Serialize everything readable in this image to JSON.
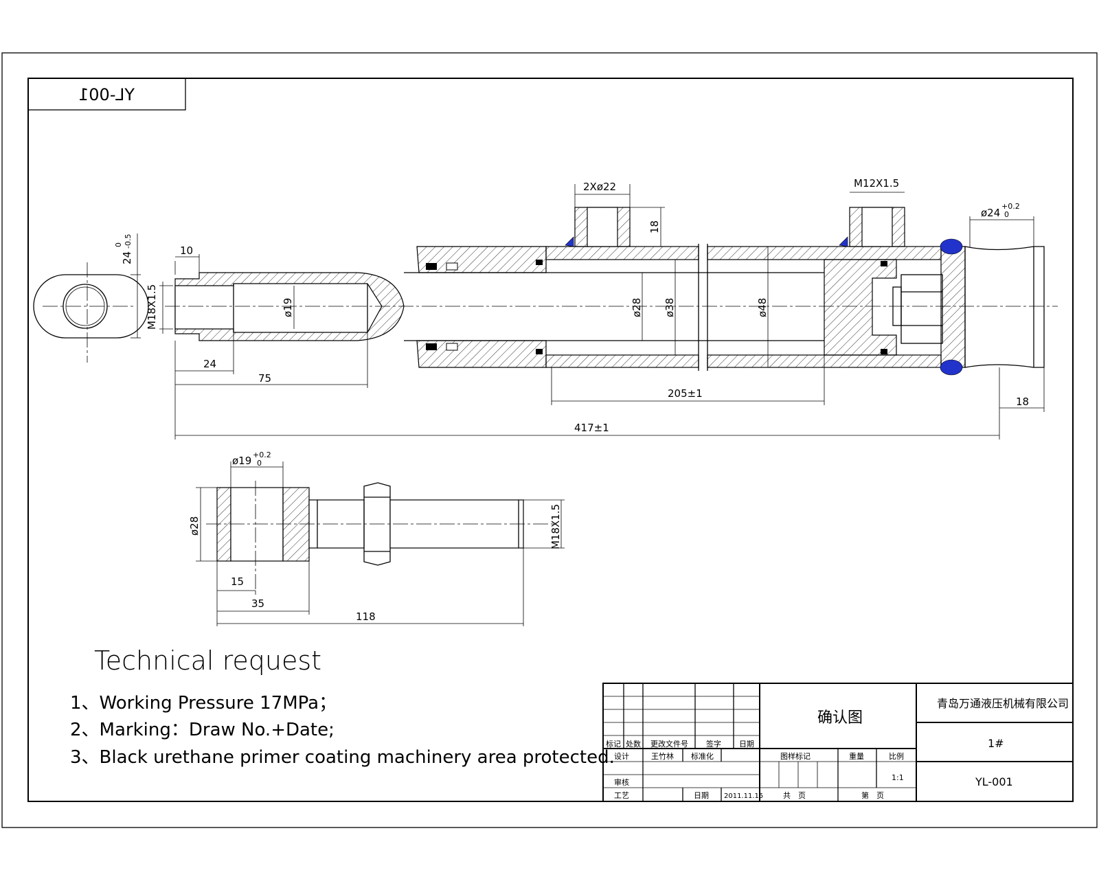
{
  "drawing": {
    "mirrored_code": "YL-001",
    "dimensions": {
      "eye_width": "24",
      "eye_width_tol_upper": "0",
      "eye_width_tol_lower": "-0.5",
      "rod_thread": "M18X1.5",
      "rod_end_len": "10",
      "bore_19": "ø19",
      "thread_len": "24",
      "rod_depth": "75",
      "port_pair": "2Xø22",
      "port_height": "18",
      "port_thread": "M12X1.5",
      "rod_dia": "ø28",
      "piston_dia": "ø38",
      "tube_dia": "ø48",
      "stroke": "205±1",
      "pin_bore": "ø24",
      "pin_bore_tol_upper": "+0.2",
      "pin_bore_tol_lower": "0",
      "end_len": "18",
      "total_len": "417±1"
    },
    "detail": {
      "bore": "ø19",
      "bore_tol_upper": "+0.2",
      "bore_tol_lower": "0",
      "outer_dia": "ø28",
      "thread": "M18X1.5",
      "len_15": "15",
      "len_35": "35",
      "len_118": "118"
    }
  },
  "technical": {
    "title": "Technical request",
    "items": [
      "1、Working Pressure 17MPa；",
      "2、Marking：Draw No.+Date;",
      "3、Black urethane primer coating machinery area protected."
    ]
  },
  "title_block": {
    "company": "青岛万通液压机械有限公司",
    "drawing_title": "确认图",
    "part_no": "1#",
    "drawing_no": "YL-001",
    "mark": "标记",
    "count": "处数",
    "change_doc": "更改文件号",
    "sign": "签字",
    "date": "日期",
    "design": "设计",
    "designer": "王竹林",
    "standardize": "标准化",
    "check": "审核",
    "process": "工艺",
    "date_label": "日期",
    "date_value": "2011.11.15",
    "sample_mark": "图样标记",
    "weight": "重量",
    "scale": "比例",
    "scale_value": "1:1",
    "total_pages": "共　页",
    "page_no": "第　页"
  }
}
